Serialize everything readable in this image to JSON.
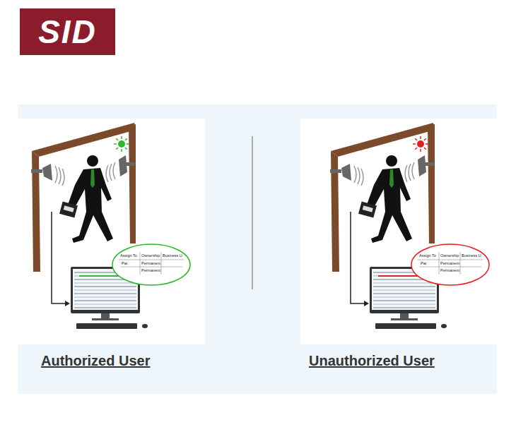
{
  "diagram": {
    "nodes": [
      {
        "text": [
          "Assign To",
          "Ownership",
          "Business U",
          "Pat",
          "Permanent",
          "Permanent"
        ]
      },
      {
        "text": [
          "Assign To",
          "Ownership",
          "Business U",
          "Pat",
          "Permanent",
          "Permanent"
        ]
      }
    ],
    "labels": [
      "SID",
      "Authorized User",
      "Unauthorized User"
    ]
  }
}
